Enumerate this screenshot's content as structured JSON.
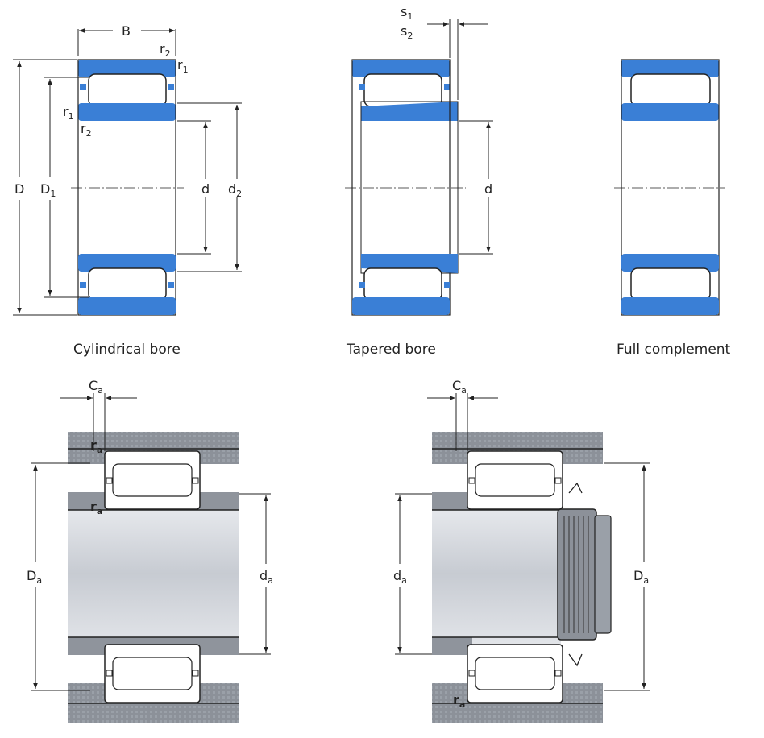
{
  "colors": {
    "ring_blue": "#3a7fd6",
    "ring_blue_dark": "#2e67b7",
    "housing_gray": "#8f949c",
    "housing_dark": "#5e636b",
    "shaft_light": "#d8dbe0",
    "line": "#222222"
  },
  "captions": {
    "cylindrical": "Cylindrical bore",
    "tapered": "Tapered bore",
    "full": "Full complement"
  },
  "labels": {
    "B": "B",
    "D": "D",
    "D1": "D",
    "D1_sub": "1",
    "d": "d",
    "d2": "d",
    "d2_sub": "2",
    "r1": "r",
    "r1_sub": "1",
    "r2": "r",
    "r2_sub": "2",
    "s1": "s",
    "s1_sub": "1",
    "s2": "s",
    "s2_sub": "2",
    "Ca": "C",
    "Ca_sub": "a",
    "ra": "r",
    "ra_sub": "a",
    "Da": "D",
    "Da_sub": "a",
    "da": "d",
    "da_sub": "a"
  }
}
